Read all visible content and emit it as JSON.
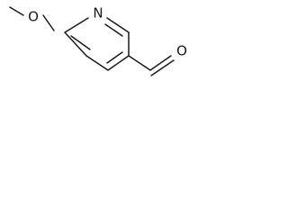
{
  "molecule": {
    "atoms": {
      "methoxy_oxygen": "O",
      "ring_nitrogen": "N",
      "aldehyde_oxygen": "O"
    }
  },
  "colors": {
    "ink": "#1a1a1a",
    "background": "#ffffff"
  }
}
